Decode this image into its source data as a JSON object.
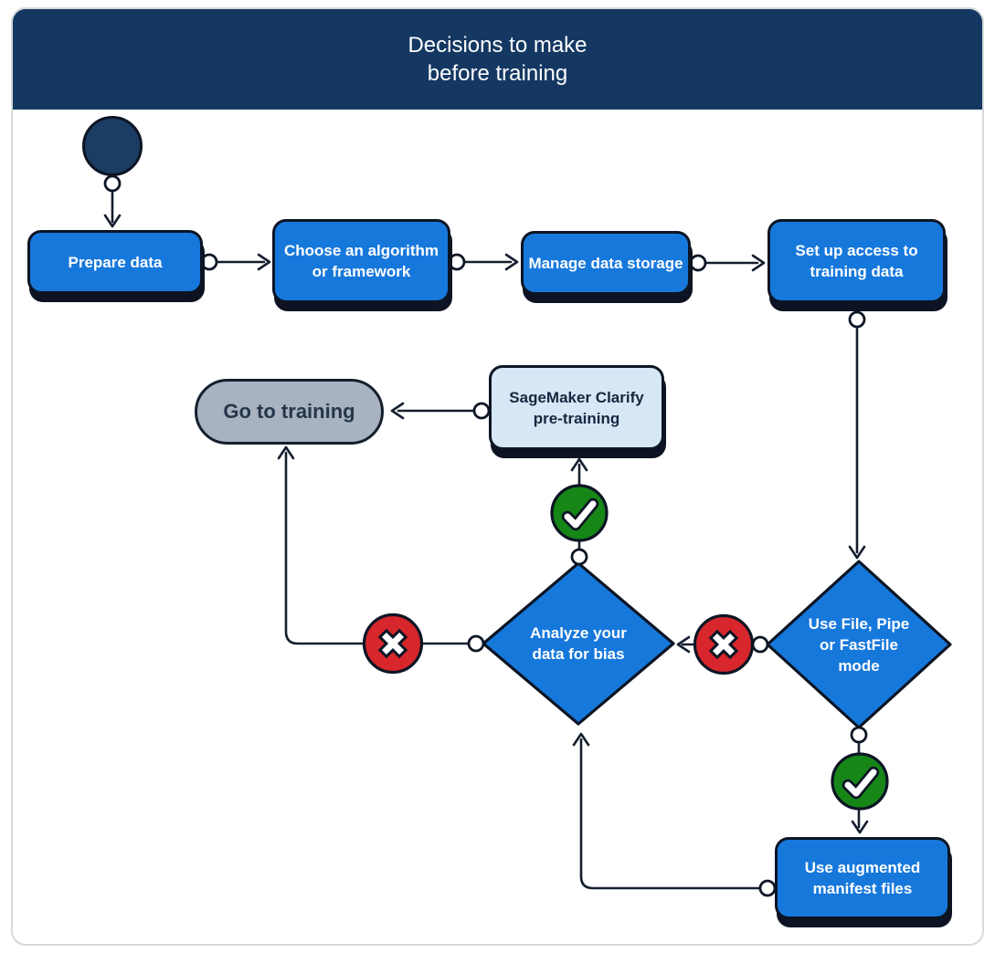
{
  "title": {
    "line1": "Decisions to make",
    "line2": "before training"
  },
  "nodes": {
    "start": {
      "icon": "filled-circle-start-icon"
    },
    "prepare_data": {
      "label": "Prepare data"
    },
    "choose_algorithm": {
      "label": "Choose an algorithm\nor framework"
    },
    "manage_storage": {
      "label": "Manage data storage"
    },
    "setup_access": {
      "label": "Set up access to\ntraining data"
    },
    "clarify": {
      "label": "SageMaker Clarify\npre-training"
    },
    "go_to_training": {
      "label": "Go to training"
    },
    "analyze_bias": {
      "label": "Analyze your\ndata for bias"
    },
    "file_mode": {
      "label": "Use File, Pipe\nor FastFile\nmode"
    },
    "augmented_manifest": {
      "label": "Use augmented\nmanifest files"
    }
  },
  "badges": {
    "yes": "check-icon",
    "no": "x-icon"
  },
  "colors": {
    "header_navy": "#143862",
    "start_navy": "#1b3c63",
    "node_blue": "#1778dc",
    "light_blue": "#d6e7f6",
    "pill_gray": "#a8b2c0",
    "green": "#168617",
    "red": "#d7262c",
    "stroke_dark": "#0c1524",
    "line": "#141e2e",
    "frame_border": "#d6dada",
    "text_white": "#ffffff",
    "text_navy": "#16273f"
  }
}
